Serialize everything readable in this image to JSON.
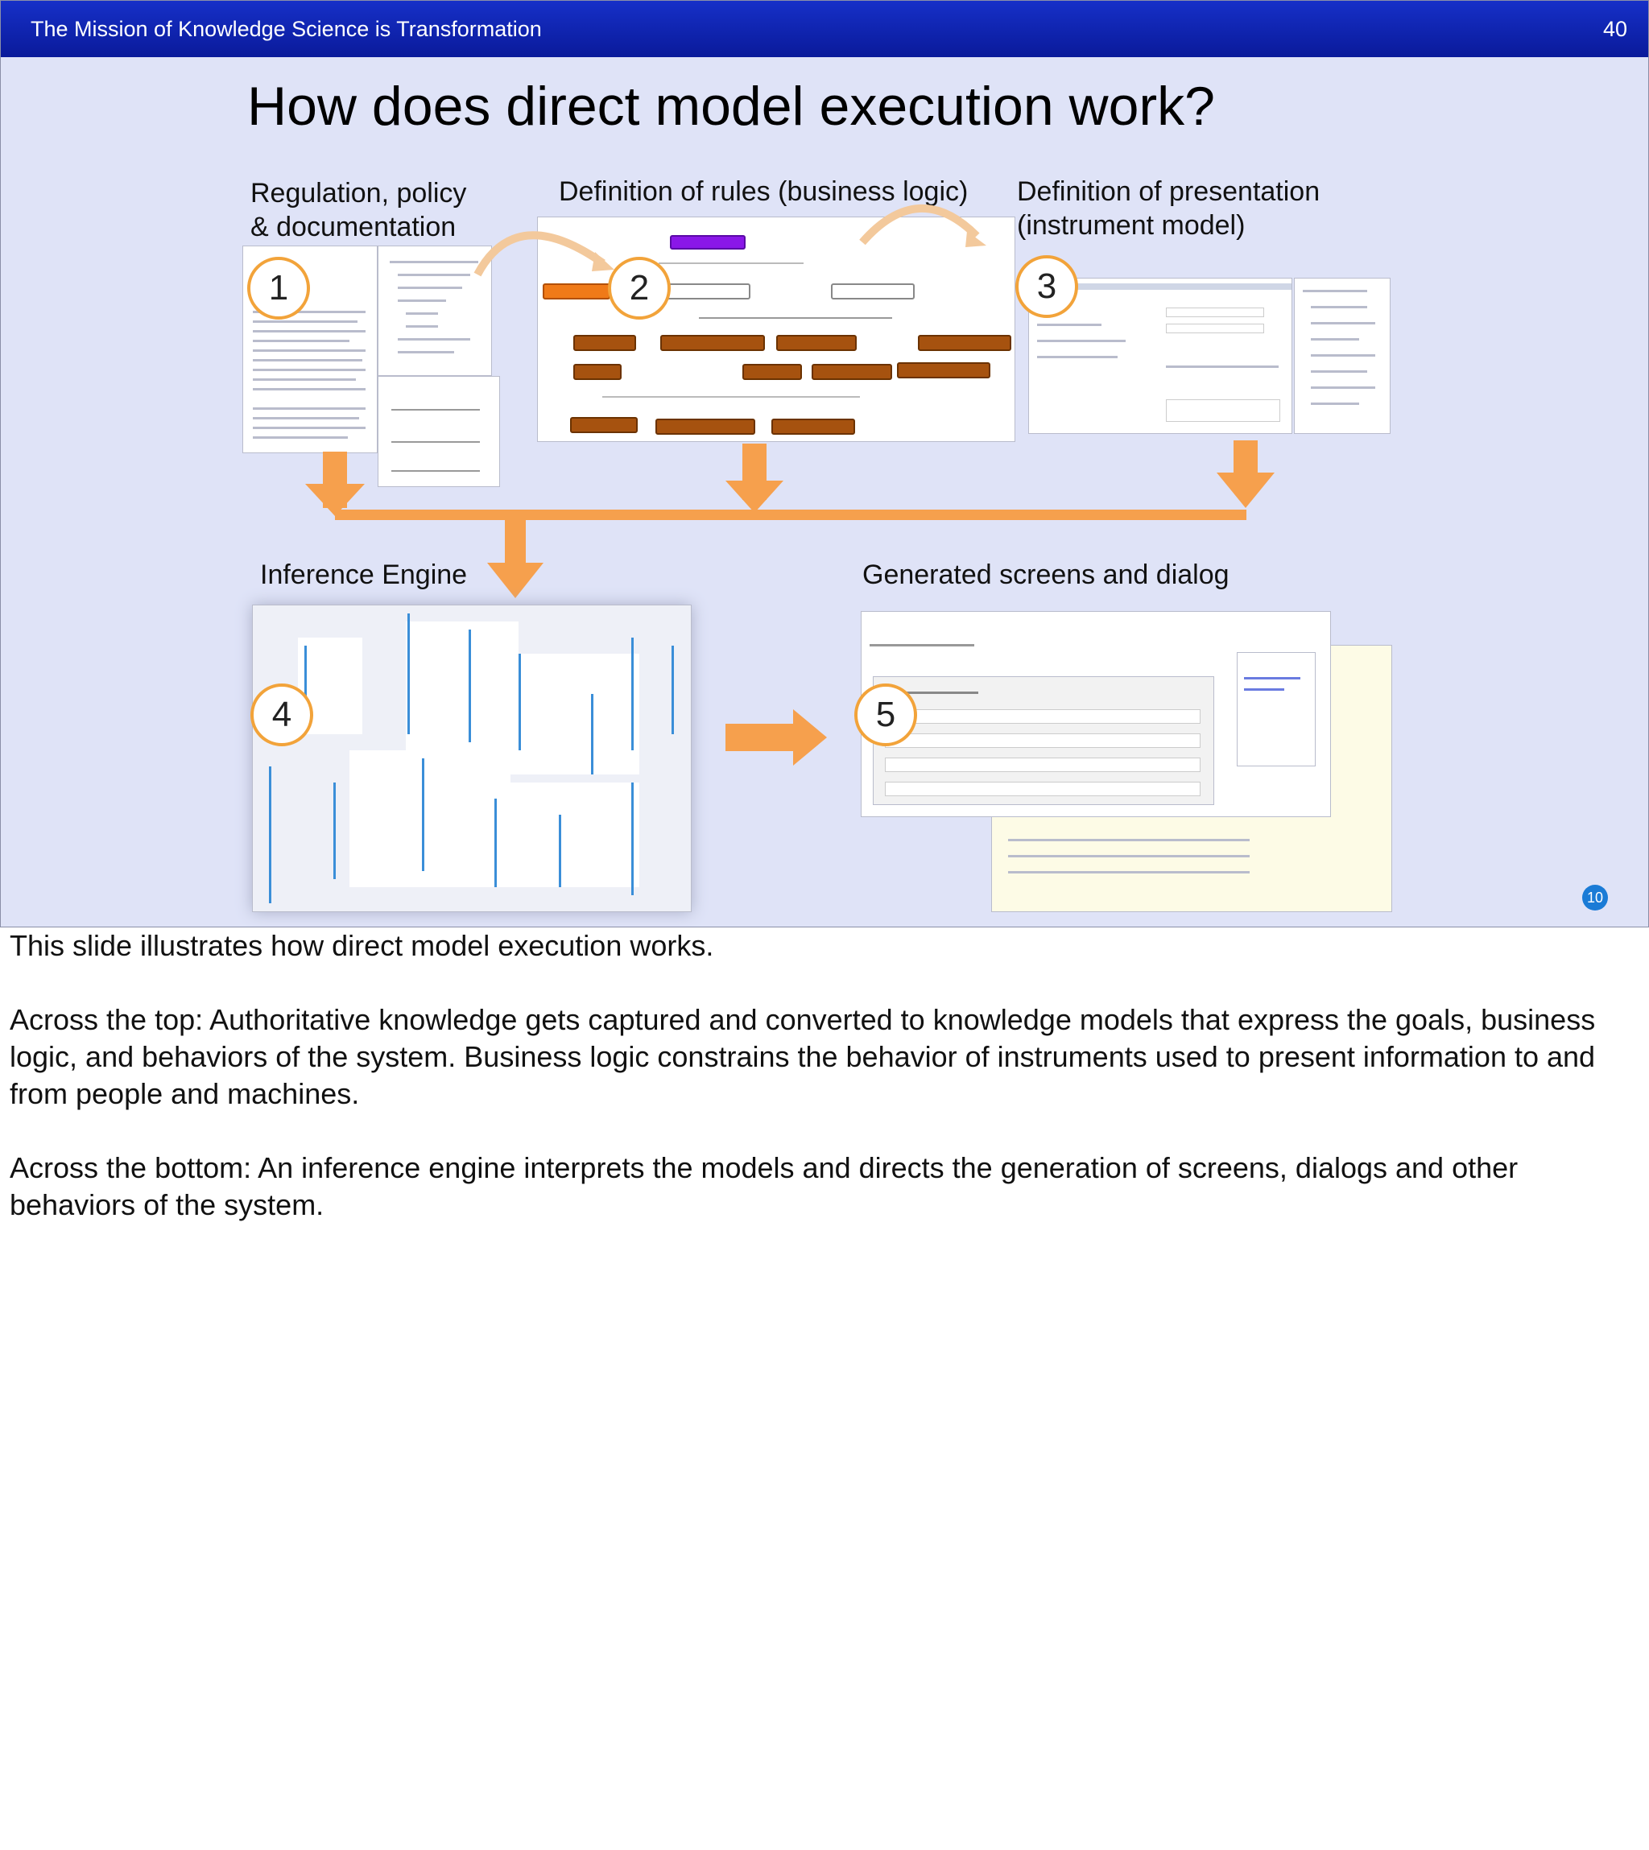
{
  "header": {
    "deck_title": "The Mission of Knowledge Science is Transformation",
    "slide_number": "40"
  },
  "slide": {
    "title": "How does direct model execution work?",
    "labels": {
      "regulation_1": "Regulation, policy",
      "regulation_2": "& documentation",
      "rules": "Definition of rules (business logic)",
      "presentation_1": "Definition of presentation",
      "presentation_2": "(instrument model)",
      "inference": "Inference Engine",
      "generated": "Generated screens and dialog"
    },
    "steps": [
      "1",
      "2",
      "3",
      "4",
      "5"
    ],
    "badge": "10"
  },
  "notes": {
    "p1": "This slide illustrates how direct model execution works.",
    "p2": "Across the top:  Authoritative knowledge gets captured and converted to knowledge models that express the goals, business logic, and behaviors of the system. Business logic constrains the behavior of instruments used to present information to and from people and machines.",
    "p3": "Across the bottom: An inference engine interprets the models and directs the generation of screens, dialogs and other behaviors of the system."
  },
  "colors": {
    "accent": "#f6a04d",
    "header": "#1630c8",
    "slide_bg": "#dfe3f7"
  }
}
